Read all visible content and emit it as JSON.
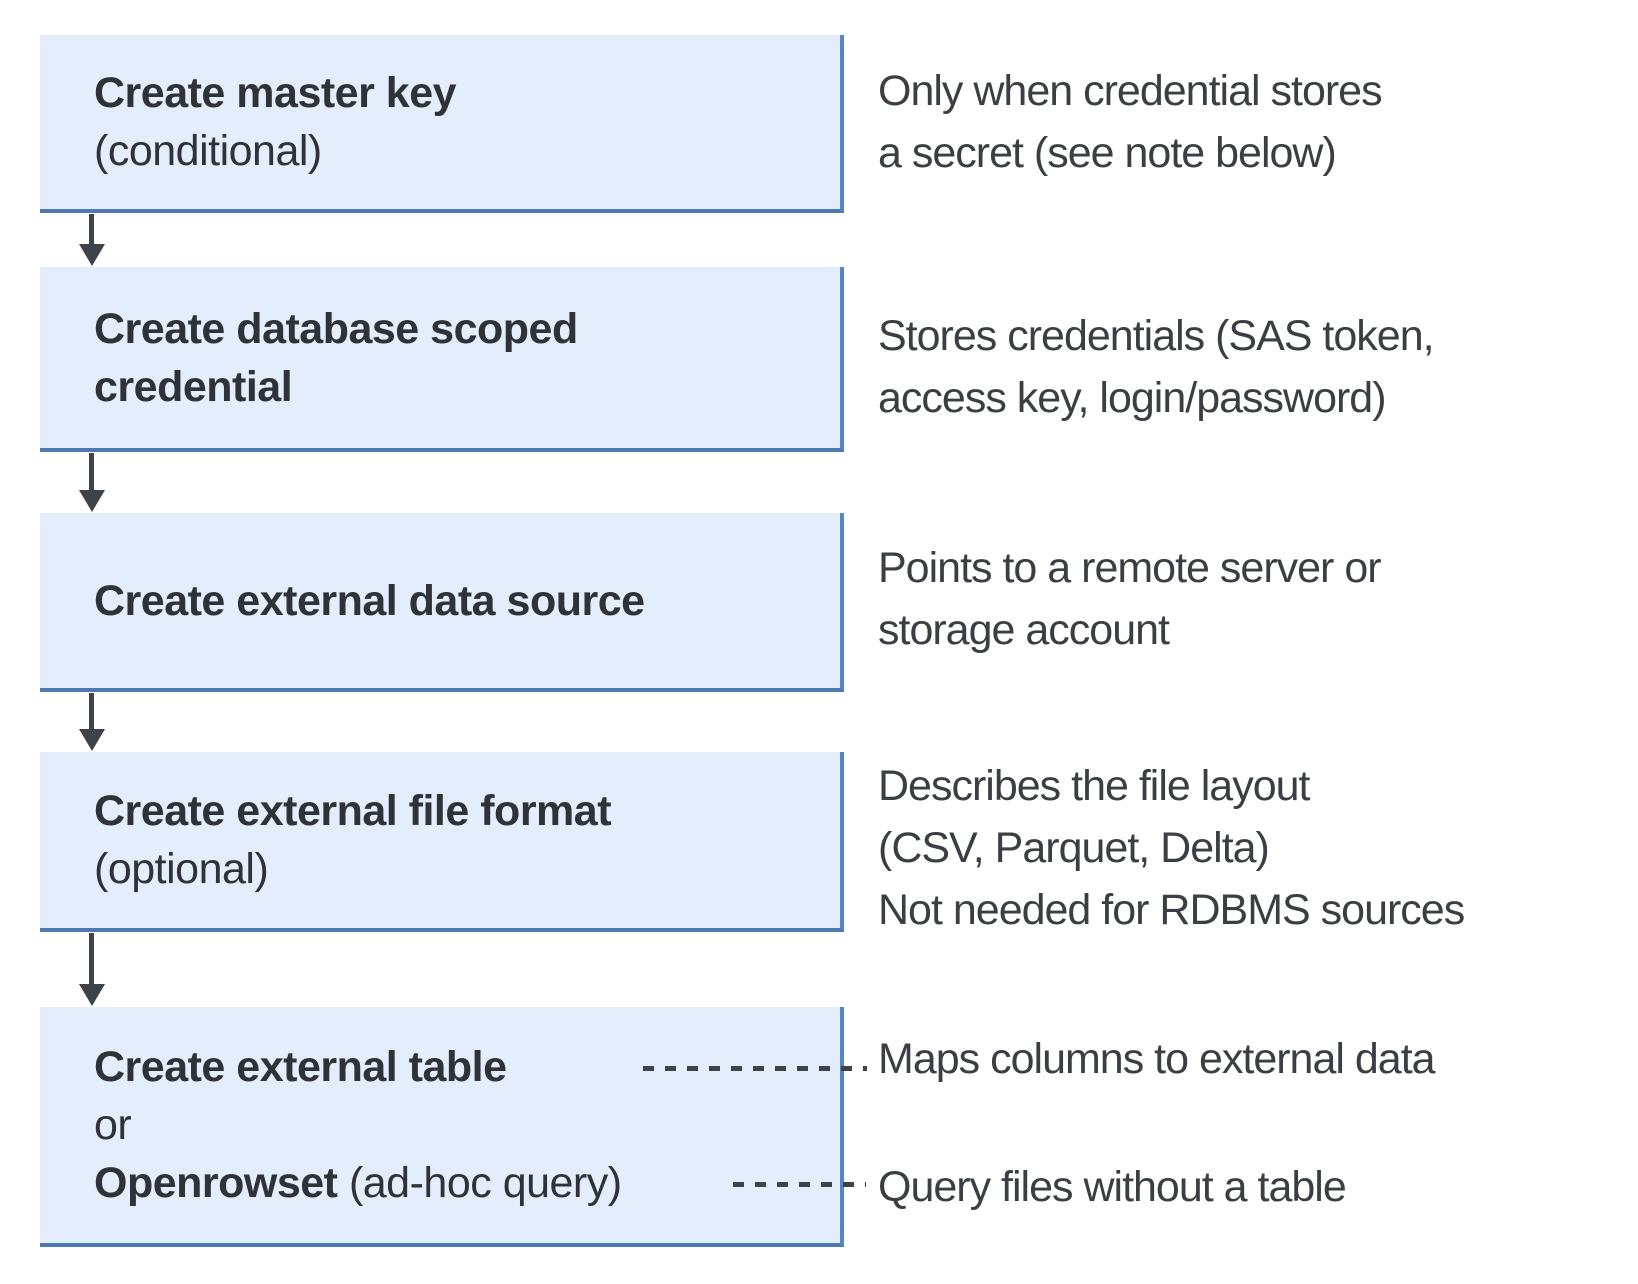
{
  "flow": {
    "boxes": [
      {
        "lines": [
          {
            "bold": "Create master key",
            "regular": ""
          },
          {
            "bold": "",
            "regular": "(conditional)"
          }
        ]
      },
      {
        "lines": [
          {
            "bold": "Create database scoped",
            "regular": ""
          },
          {
            "bold": "credential",
            "regular": ""
          }
        ]
      },
      {
        "lines": [
          {
            "bold": "Create external data source",
            "regular": ""
          }
        ]
      },
      {
        "lines": [
          {
            "bold": "Create external file format",
            "regular": ""
          },
          {
            "bold": "",
            "regular": "(optional)"
          }
        ]
      },
      {
        "lines": [
          {
            "bold": "Create external table",
            "regular": ""
          },
          {
            "bold": "",
            "regular": "or"
          },
          {
            "bold": "Openrowset",
            "regular": " (ad-hoc query)"
          }
        ]
      }
    ],
    "annotations": [
      {
        "lines": [
          "Only when credential stores",
          "a secret (see note below)"
        ]
      },
      {
        "lines": [
          "Stores credentials (SAS token,",
          "access key, login/password)"
        ]
      },
      {
        "lines": [
          "Points to a remote server or",
          "storage account"
        ]
      },
      {
        "lines": [
          "Describes the file layout",
          "(CSV, Parquet, Delta)",
          "Not needed for RDBMS sources"
        ]
      },
      {
        "lines": [
          "Maps columns to external data"
        ]
      },
      {
        "lines": [
          "Query files without a table"
        ]
      }
    ]
  },
  "colors": {
    "box_fill": "#e3edfb",
    "box_border": "#5585c2",
    "arrow_and_dash": "#3e4249",
    "box_text": "#2f3338",
    "annotation_text": "#3b3f44"
  }
}
